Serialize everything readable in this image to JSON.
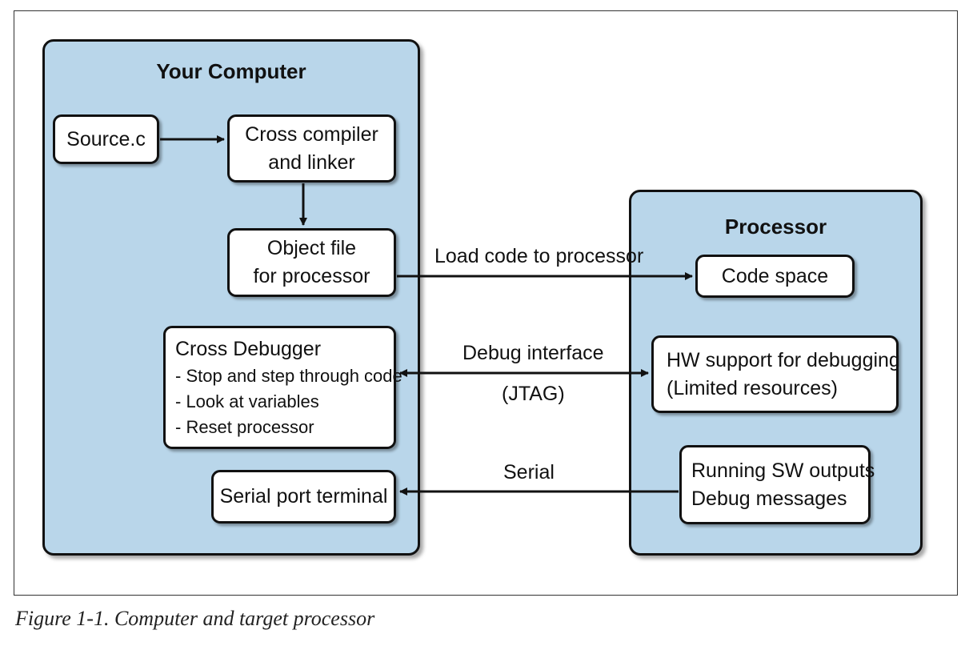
{
  "computer": {
    "title": "Your Computer",
    "source_label": "Source.c",
    "compiler_lines": [
      "Cross  compiler",
      "and linker"
    ],
    "object_lines": [
      "Object file",
      "for processor"
    ],
    "debugger_title": "Cross Debugger",
    "debugger_items": [
      "- Stop and step through code",
      "- Look at variables",
      "- Reset processor"
    ],
    "serial_terminal_label": "Serial port terminal"
  },
  "processor": {
    "title": "Processor",
    "code_space_label": "Code space",
    "hw_lines": [
      "HW support for debugging",
      "(Limited resources)"
    ],
    "output_lines": [
      "Running SW outputs",
      "Debug messages"
    ]
  },
  "connections": {
    "load_label": "Load code to processor",
    "debug_label": "Debug interface",
    "debug_sublabel": "(JTAG)",
    "serial_label": "Serial"
  },
  "caption": "Figure 1-1. Computer and target processor",
  "colors": {
    "panel_fill": "#b9d6ea",
    "box_fill": "#ffffff",
    "outline": "#111111"
  }
}
